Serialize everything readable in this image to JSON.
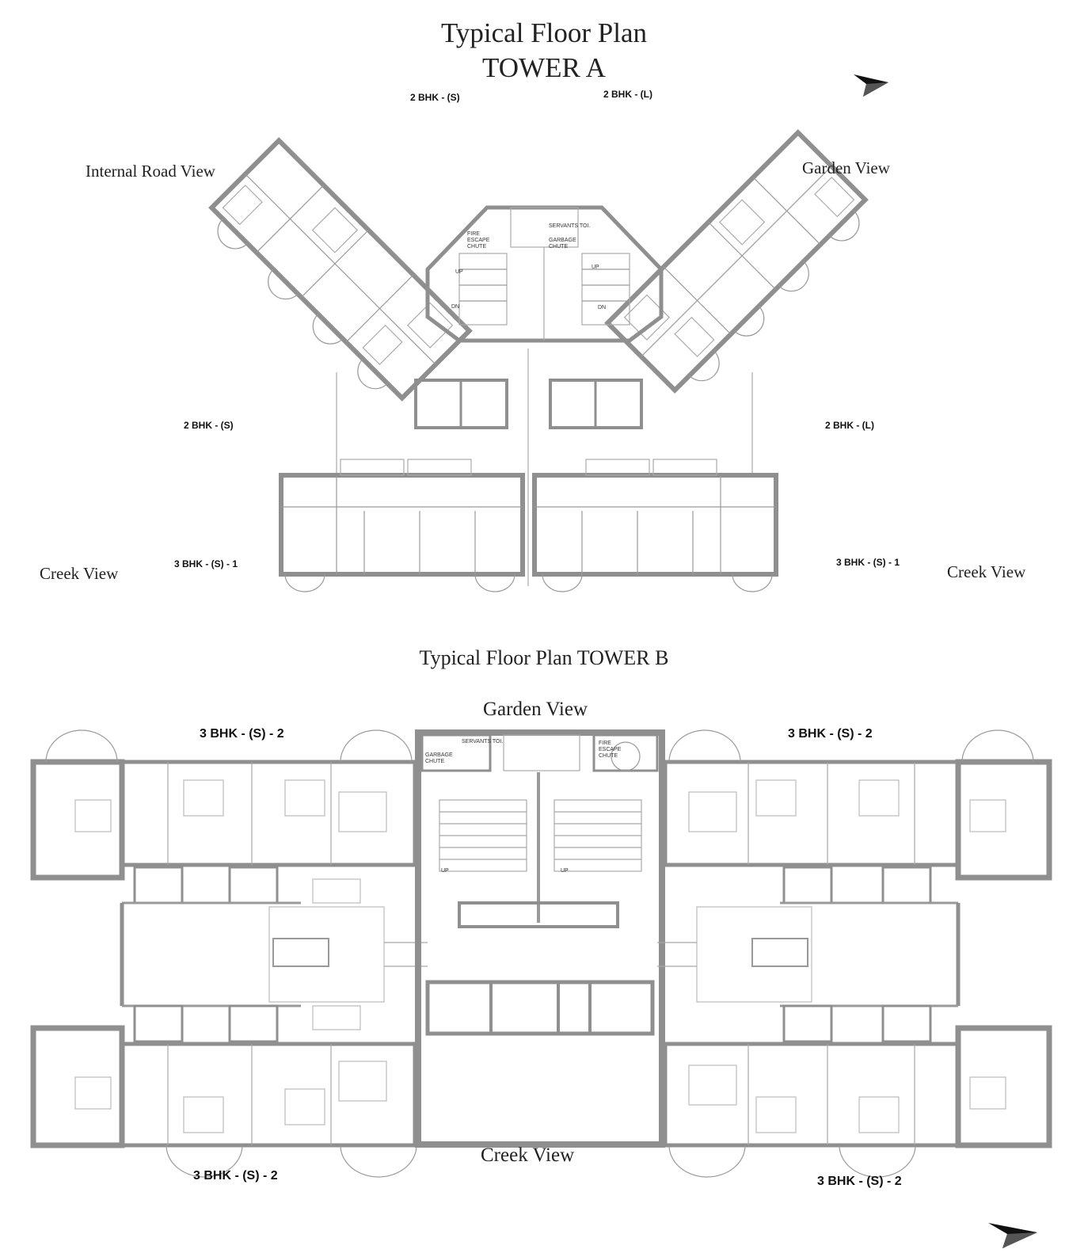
{
  "tower_a": {
    "title_line1": "Typical Floor Plan",
    "title_line2": "TOWER A",
    "views": {
      "internal_road": "Internal Road View",
      "garden": "Garden View",
      "creek_left": "Creek View",
      "creek_right": "Creek View"
    },
    "units": {
      "top_left": "2 BHK - (S)",
      "top_right": "2 BHK - (L)",
      "bottom_left_wing": "2 BHK - (S)",
      "bottom_right_wing": "2 BHK - (L)",
      "bottom_left": "3 BHK - (S) - 1",
      "bottom_right": "3 BHK - (S) - 1"
    },
    "core_labels": {
      "fire_escape": "FIRE ESCAPE CHUTE",
      "servants": "SERVANTS TOI.",
      "garbage": "GARBAGE CHUTE",
      "up_left": "UP",
      "up_right": "UP",
      "dn_left": "DN",
      "dn_right": "DN"
    }
  },
  "tower_b": {
    "title": "Typical Floor Plan TOWER B",
    "views": {
      "garden": "Garden View",
      "creek": "Creek View"
    },
    "units": {
      "top_left": "3 BHK - (S) - 2",
      "top_right": "3 BHK - (S) - 2",
      "bottom_left": "3 BHK - (S) - 2",
      "bottom_right": "3 BHK - (S) - 2"
    },
    "core_labels": {
      "servants": "SERVANTS TOI.",
      "garbage": "GARBAGE CHUTE",
      "fire_escape": "FIRE ESCAPE CHUTE",
      "up_left": "UP",
      "up_right": "UP"
    }
  },
  "north_arrow_icon": "north-arrow-icon",
  "colors": {
    "wall": "#8f8f8f",
    "wall_dark": "#6a6a6a",
    "line": "#b5b5b5",
    "text": "#222222"
  }
}
